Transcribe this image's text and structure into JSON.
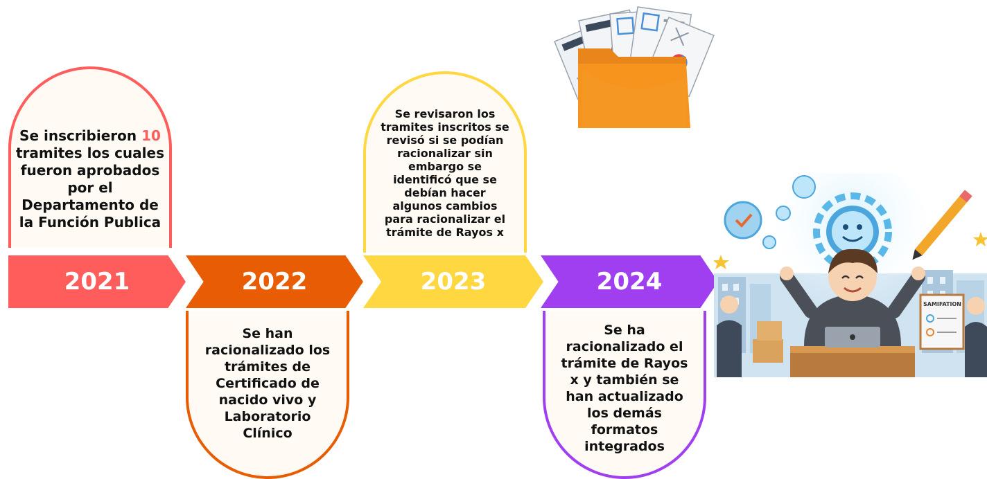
{
  "timeline": {
    "years": [
      {
        "label": "2021",
        "color": "#ff5c5c"
      },
      {
        "label": "2022",
        "color": "#e85d04"
      },
      {
        "label": "2023",
        "color": "#ffd740"
      },
      {
        "label": "2024",
        "color": "#a03ff0"
      }
    ],
    "cards": {
      "c2021_pre": "Se inscribieron ",
      "c2021_num": "10",
      "c2021_post": " tramites los cuales fueron aprobados por el Departamento de la Función Publica",
      "c2022": "Se han racionalizado los trámites de Certificado de nacido vivo y Laboratorio Clínico",
      "c2023": "Se revisaron los tramites inscritos se revisó si se podían racionalizar sin embargo se identificó que se debían hacer algunos cambios para racionalizar el trámite de Rayos x",
      "c2024": "Se ha racionalizado el trámite de Rayos x y también se han actualizado los demás formatos integrados"
    },
    "colors": {
      "card_2021_border": "#ff5c5c",
      "card_2022_border": "#e85d04",
      "card_2023_border": "#ffd740",
      "card_2024_border": "#a03ff0",
      "highlight": "#ff5c5c"
    }
  },
  "illustrations": {
    "folder": {
      "name": "folder-with-documents-icon"
    },
    "office": {
      "name": "happy-office-worker-illustration",
      "sign_text": "SAMIFATION"
    }
  }
}
